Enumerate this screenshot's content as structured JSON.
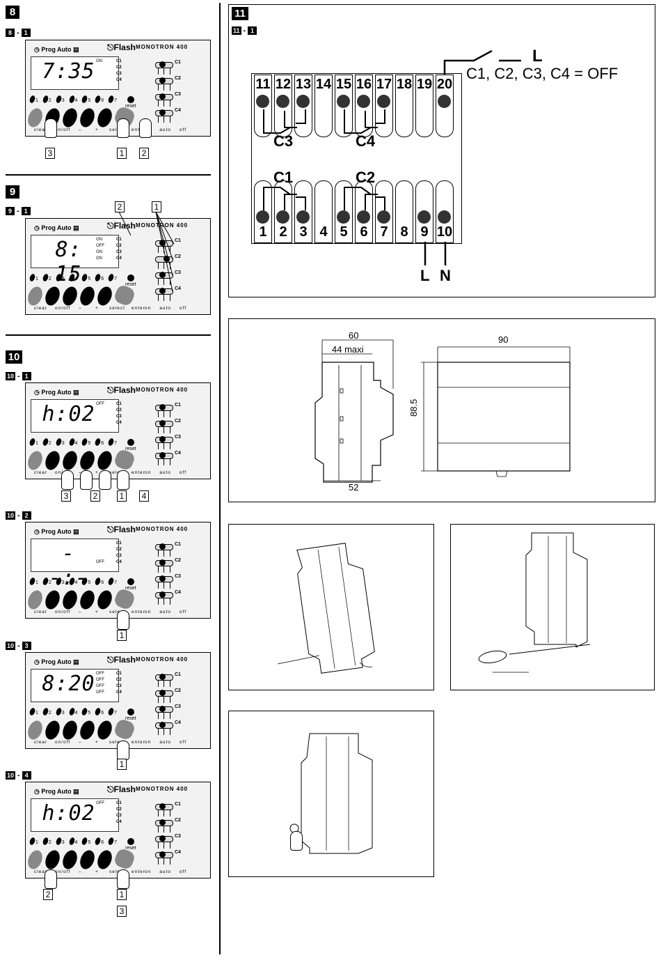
{
  "sections": {
    "s8": {
      "badge": "8",
      "sub": "1"
    },
    "s9": {
      "badge": "9",
      "sub": "1"
    },
    "s10": {
      "badge": "10",
      "subs": [
        "1",
        "2",
        "3",
        "4"
      ]
    },
    "s11": {
      "badge": "11",
      "sub": "1"
    }
  },
  "device": {
    "brand": "Flash",
    "model": "MONOTRON 400",
    "prog_label": "Prog Auto",
    "channels": [
      "C1",
      "C2",
      "C3",
      "C4"
    ],
    "digit_keys": [
      "1",
      "2",
      "3",
      "4",
      "5",
      "6",
      "7"
    ],
    "reset_label": "reset",
    "key_labels": [
      "clear",
      "on/off",
      "–",
      "+",
      "select",
      "enter"
    ],
    "switch_labels": [
      "on",
      "auto",
      "off"
    ]
  },
  "screens": [
    {
      "time": "7:35",
      "states": [
        "ON",
        "",
        "",
        ""
      ],
      "callouts": [
        "3",
        "1",
        "2"
      ]
    },
    {
      "time": "8: 15",
      "states": [
        "ON",
        "OFF",
        "ON",
        "ON"
      ],
      "callouts": [
        "2",
        "1"
      ]
    },
    {
      "time": "h:02",
      "states": [
        "OFF",
        "",
        "",
        ""
      ],
      "callouts": [
        "3",
        "2",
        "1",
        "4"
      ]
    },
    {
      "time": "- -:- -",
      "states": [
        "",
        "",
        "",
        "OFF"
      ],
      "callouts": [
        "1"
      ]
    },
    {
      "time": "8:20",
      "states": [
        "OFF",
        "OFF",
        "OFF",
        "OFF"
      ],
      "callouts": [
        "1"
      ]
    },
    {
      "time": "h:02",
      "states": [
        "OFF",
        "",
        "",
        ""
      ],
      "callouts": [
        "2",
        "1",
        "3"
      ]
    }
  ],
  "wiring": {
    "top_terminals": [
      "11",
      "12",
      "13",
      "14",
      "15",
      "16",
      "17",
      "18",
      "19",
      "20"
    ],
    "bottom_terminals": [
      "1",
      "2",
      "3",
      "4",
      "5",
      "6",
      "7",
      "8",
      "9",
      "10"
    ],
    "relays": [
      "C3",
      "C4",
      "C1",
      "C2"
    ],
    "supply_top": "L",
    "off_note": "C1, C2, C3, C4 = OFF",
    "supply_bottom": [
      "L",
      "N"
    ]
  },
  "dimensions": {
    "d60": "60",
    "d44": "44 maxi",
    "d52": "52",
    "d90": "90",
    "d88": "88.5"
  }
}
